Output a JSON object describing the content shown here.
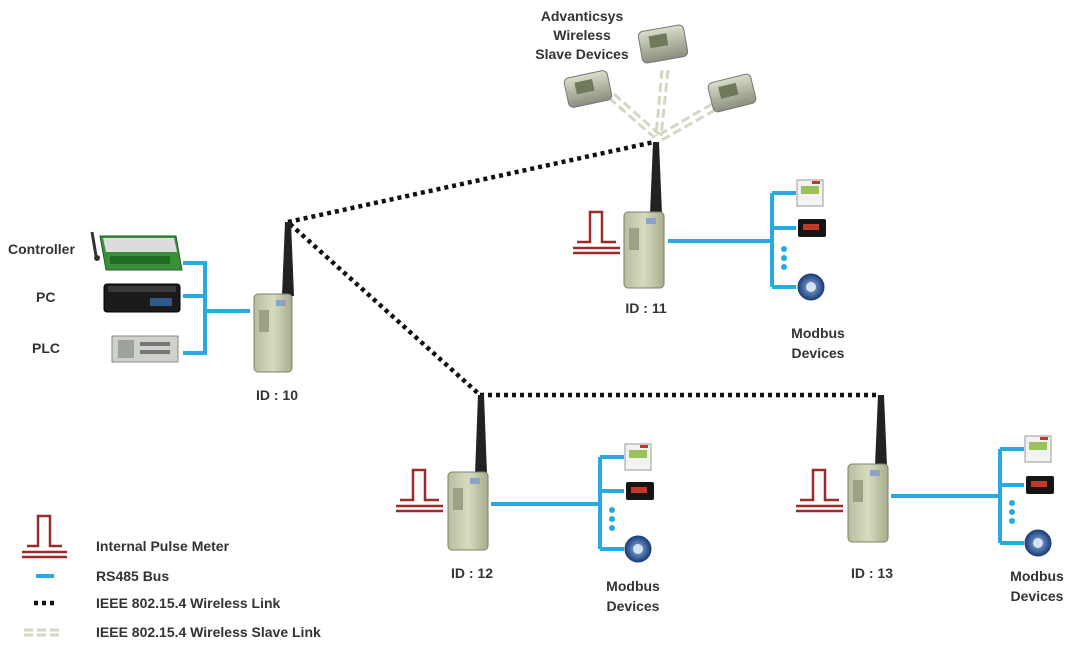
{
  "title": "",
  "colors": {
    "rs485": "#27aae1",
    "wireless": "#111111",
    "slave_link": "#d6d6c4",
    "pulse_meter": "#9b2c2c",
    "module_body": "#c9cdb0",
    "antenna": "#222222"
  },
  "labels": {
    "slave_devices_line1": "Advanticsys",
    "slave_devices_line2": "Wireless",
    "slave_devices_line3": "Slave Devices",
    "controller": "Controller",
    "pc": "PC",
    "plc": "PLC",
    "id10": "ID : 10",
    "id11": "ID : 11",
    "id12": "ID : 12",
    "id13": "ID : 13",
    "modbus_line1": "Modbus",
    "modbus_line2": "Devices"
  },
  "legend": {
    "pulse_meter": "Internal Pulse Meter",
    "rs485": "RS485 Bus",
    "wireless": "IEEE 802.15.4 Wireless Link",
    "slave_link": "IEEE 802.15.4 Wireless Slave Link"
  }
}
